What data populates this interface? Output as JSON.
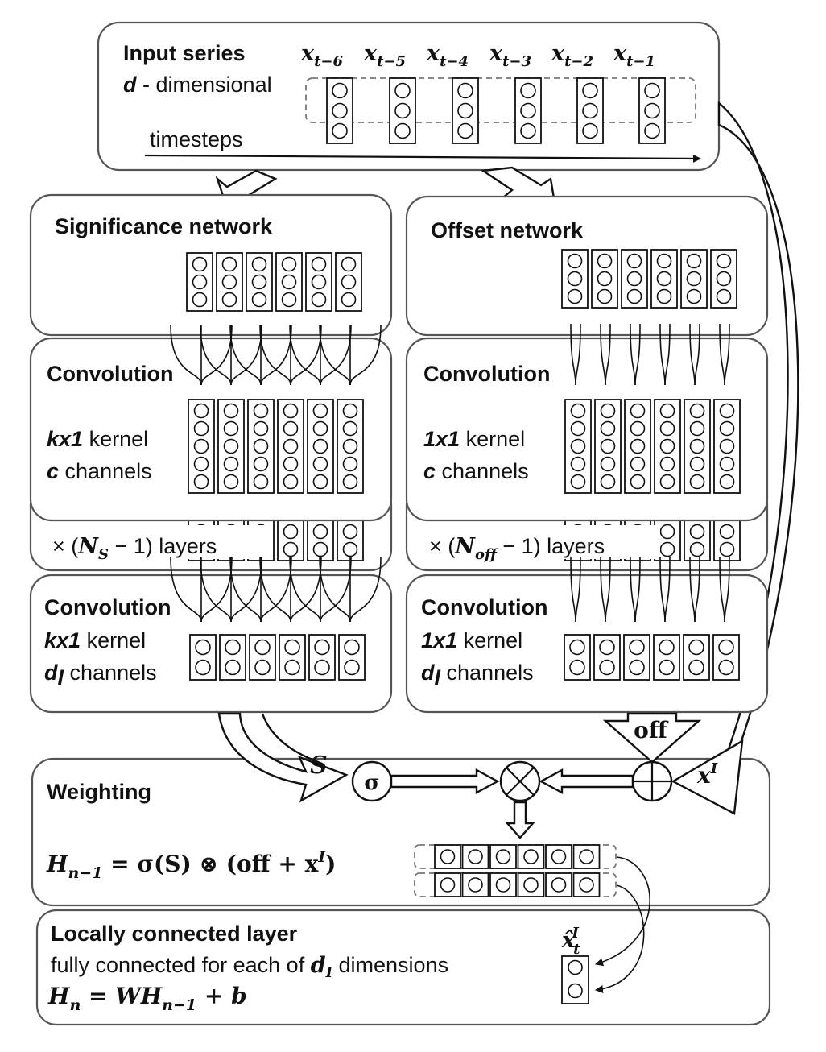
{
  "input": {
    "title": "Input series",
    "dim_var": "d",
    "dim_text": " - dimensional",
    "timesteps": "timesteps",
    "labels": [
      "t−6",
      "t−5",
      "t−4",
      "t−3",
      "t−2",
      "t−1"
    ],
    "label_var": "x"
  },
  "significance": {
    "title": "Significance network",
    "conv1": {
      "title": "Convolution",
      "kernel_var": "kx1",
      "kernel_text": " kernel",
      "ch_var": "c",
      "ch_text": " channels"
    },
    "repeat": {
      "prefix": "× (",
      "var": "N",
      "sub": "S",
      "suffix": " − 1) layers"
    },
    "conv2": {
      "title": "Convolution",
      "kernel_var": "kx1",
      "kernel_text": " kernel",
      "ch_var": "d",
      "ch_sub": "I",
      "ch_text": " channels"
    },
    "output": "S"
  },
  "offset": {
    "title": "Offset network",
    "conv1": {
      "title": "Convolution",
      "kernel_var": "1x1",
      "kernel_text": " kernel",
      "ch_var": "c",
      "ch_text": " channels"
    },
    "repeat": {
      "prefix": "× (",
      "var": "N",
      "sub": "off",
      "suffix": " − 1) layers"
    },
    "conv2": {
      "title": "Convolution",
      "kernel_var": "1x1",
      "kernel_text": " kernel",
      "ch_var": "d",
      "ch_sub": "I",
      "ch_text": " channels"
    },
    "output": "off"
  },
  "weighting": {
    "title": "Weighting",
    "sigma": "σ",
    "xI": "x",
    "xI_sup": "I",
    "formula": "H",
    "formula_sub": "n−1",
    "formula_rhs": " =  σ(S) ⊗ (off + x",
    "formula_sup": "I",
    "formula_end": ")"
  },
  "local": {
    "title": "Locally connected layer",
    "line2_text": "fully connected for each of ",
    "line2_var": "d",
    "line2_sub": "I",
    "line2_end": " dimensions",
    "formula": "H",
    "formula_sub": "n",
    "formula_rhs": " = WH",
    "formula_rhs_sub": "n−1",
    "formula_end": " + b",
    "out_var": "x̂",
    "out_sub": "t",
    "out_sup": "I"
  }
}
